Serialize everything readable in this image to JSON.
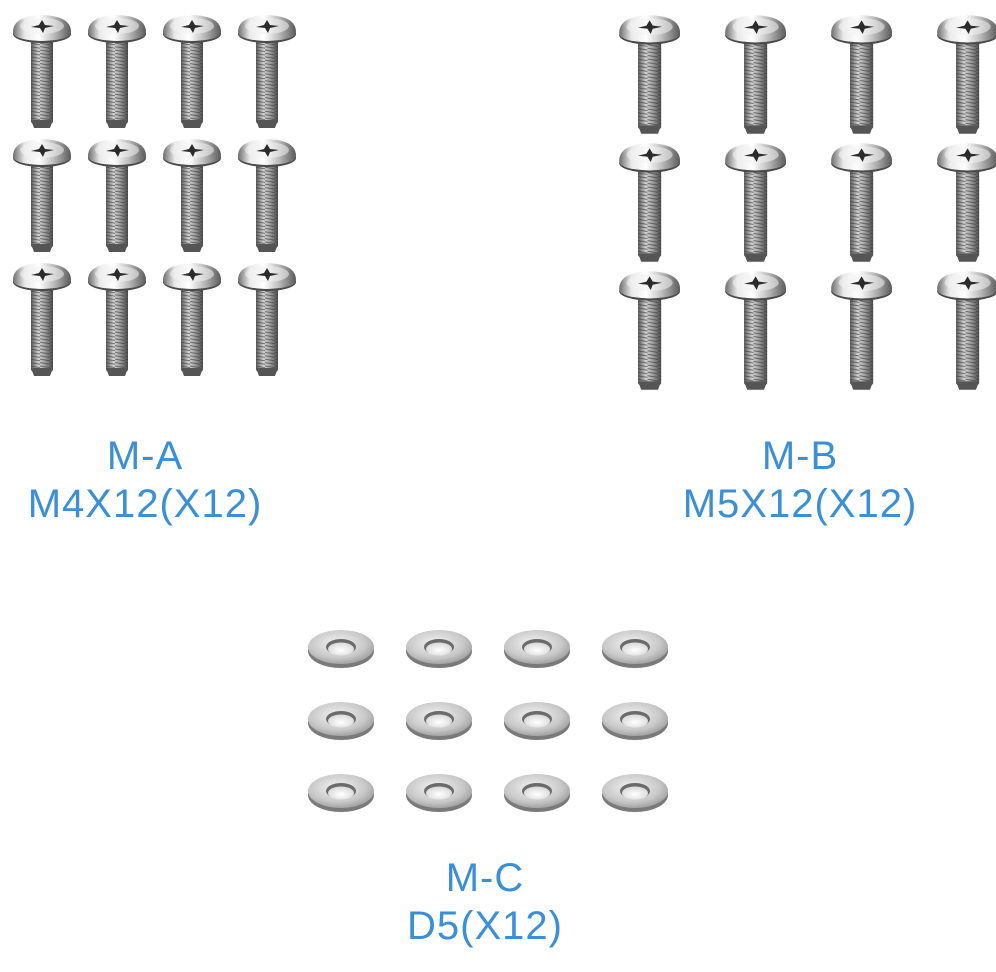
{
  "accent_color": "#3a8fd6",
  "groups": [
    {
      "code": "M-A",
      "spec": "M4X12(X12)",
      "kind": "screw",
      "count": 12,
      "icon": "pan-head-phillips-screw-icon"
    },
    {
      "code": "M-B",
      "spec": "M5X12(X12)",
      "kind": "screw",
      "count": 12,
      "icon": "pan-head-phillips-screw-icon"
    },
    {
      "code": "M-C",
      "spec": "D5(X12)",
      "kind": "washer",
      "count": 12,
      "icon": "flat-washer-icon"
    }
  ]
}
